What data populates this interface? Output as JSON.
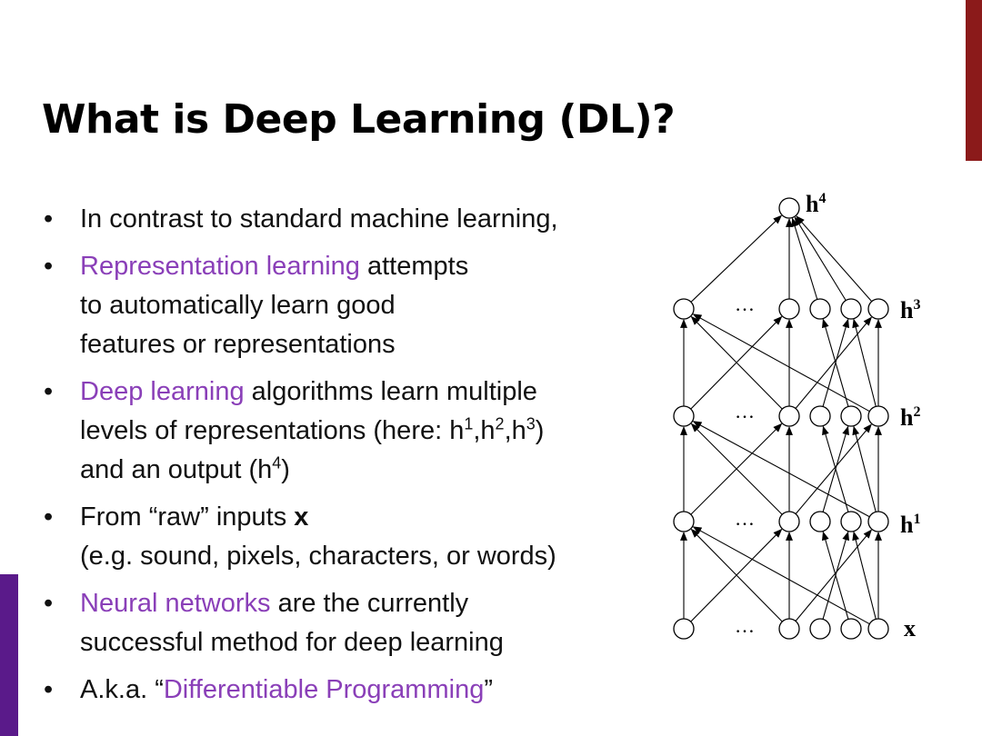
{
  "colors": {
    "accent_purple": "#8a3fb8",
    "bar_top": "#8b1a1a",
    "bar_left": "#5a1a8a"
  },
  "title": "What is Deep Learning (DL)?",
  "bullet_glyph": "•",
  "bullets": {
    "b1": {
      "line1": "In contrast to standard machine learning,"
    },
    "b2": {
      "hl": "Representation learning",
      "rest": " attempts",
      "line2": "to automatically learn good",
      "line3": "features or representations"
    },
    "b3": {
      "hl": "Deep learning",
      "rest": " algorithms learn multiple",
      "l2a": "levels of representations (here: h",
      "s1": "1",
      "c1": ",h",
      "s2": "2",
      "c2": ",h",
      "s3": "3",
      "c3": ")",
      "l3a": "and an output (h",
      "s4": "4",
      "c4": ")"
    },
    "b4": {
      "pre": "From “raw” inputs ",
      "bold": "x",
      "line2": "(e.g. sound, pixels, characters, or words)"
    },
    "b5": {
      "hl": "Neural networks",
      "rest": " are the currently",
      "line2": "successful method for deep learning"
    },
    "b6": {
      "pre": "A.k.a. “",
      "hl": "Differentiable Programming",
      "post": "”"
    }
  },
  "diagram": {
    "ellipsis": "…",
    "labels": {
      "h4": {
        "base": "h",
        "sup": "4"
      },
      "h3": {
        "base": "h",
        "sup": "3"
      },
      "h2": {
        "base": "h",
        "sup": "2"
      },
      "h1": {
        "base": "h",
        "sup": "1"
      },
      "x": {
        "base": "x"
      }
    }
  }
}
